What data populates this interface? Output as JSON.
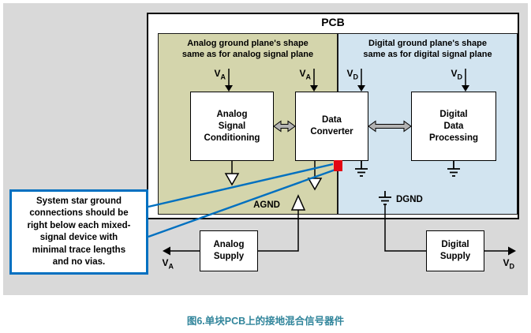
{
  "colors": {
    "background_panel": "#d9d9d9",
    "analog_plane_fill": "#d4d5ac",
    "digital_plane_fill": "#d2e4f0",
    "callout_border": "#0070c0",
    "pointer_line": "#0070c0",
    "star_marker": "#e30613",
    "caption_text": "#31859b"
  },
  "pcb": {
    "title": "PCB",
    "analog_plane_note": [
      "Analog ground plane's shape",
      "same as for analog signal plane"
    ],
    "digital_plane_note": [
      "Digital ground plane's shape",
      "same as for digital signal plane"
    ],
    "blocks": {
      "analog_signal_conditioning": [
        "Analog",
        "Signal",
        "Conditioning"
      ],
      "data_converter": [
        "Data",
        "Converter"
      ],
      "digital_data_processing": [
        "Digital",
        "Data",
        "Processing"
      ]
    },
    "labels": {
      "agnd": "AGND",
      "dgnd": "DGND"
    }
  },
  "voltages": {
    "va": {
      "base": "V",
      "sub": "A"
    },
    "vd": {
      "base": "V",
      "sub": "D"
    }
  },
  "supplies": {
    "analog": [
      "Analog",
      "Supply"
    ],
    "digital": [
      "Digital",
      "Supply"
    ]
  },
  "callout": {
    "lines": [
      "System star ground",
      "connections should be",
      "right below each mixed-",
      "signal device with",
      "minimal trace lengths",
      "and no vias."
    ]
  },
  "caption": "图6.单块PCB上的接地混合信号器件"
}
